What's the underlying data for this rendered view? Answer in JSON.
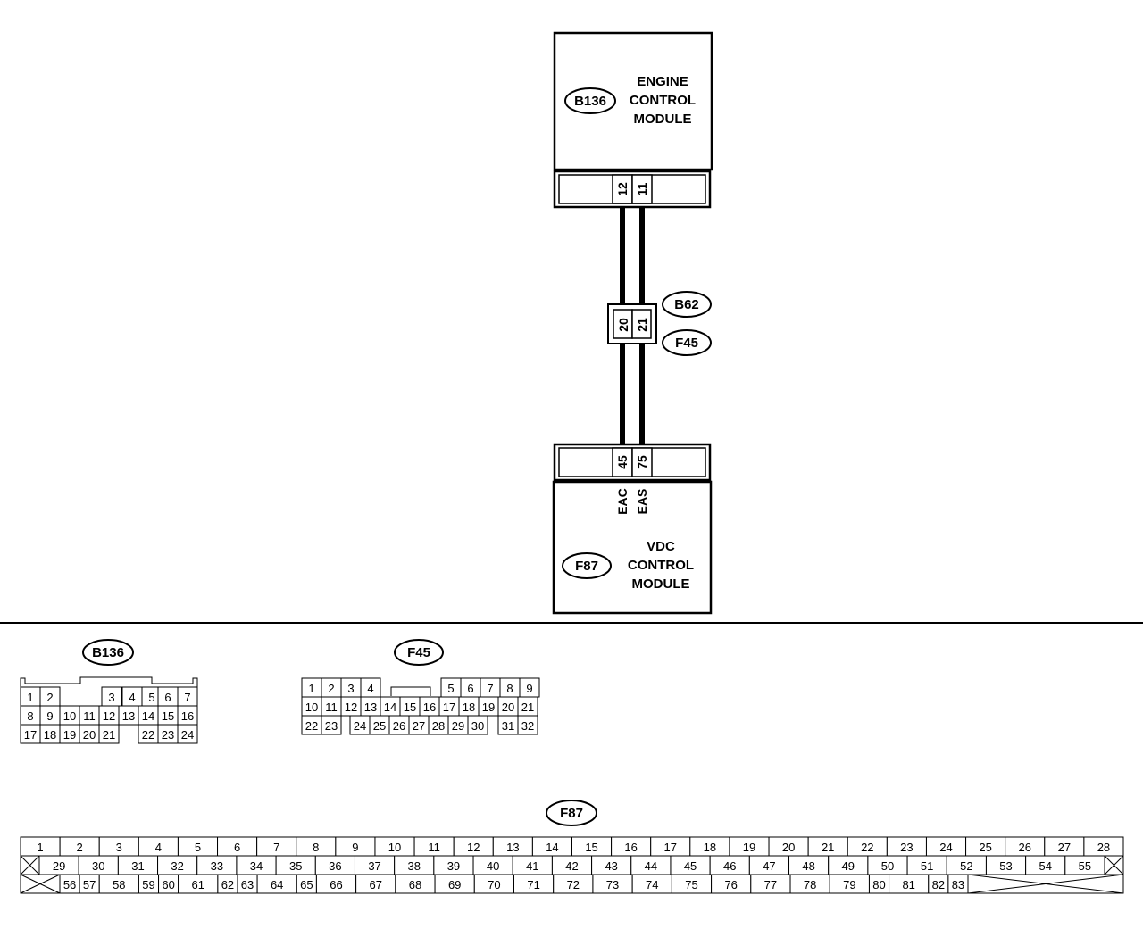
{
  "ecm": {
    "connector_id": "B136",
    "name_lines": [
      "ENGINE",
      "CONTROL",
      "MODULE"
    ],
    "pins": [
      "12",
      "11"
    ]
  },
  "joint": {
    "connector_ids": [
      "B62",
      "F45"
    ],
    "pins": [
      "20",
      "21"
    ]
  },
  "vdc": {
    "connector_id": "F87",
    "name_lines": [
      "VDC",
      "CONTROL",
      "MODULE"
    ],
    "pins": [
      "45",
      "75"
    ],
    "signals": [
      "EAC",
      "EAS"
    ]
  },
  "connector_faces": {
    "b136": {
      "label": "B136",
      "rows": [
        [
          "1",
          "2",
          "",
          "3",
          "4",
          "5",
          "6",
          "7"
        ],
        [
          "8",
          "9",
          "10",
          "11",
          "12",
          "13",
          "14",
          "15",
          "16"
        ],
        [
          "17",
          "18",
          "19",
          "20",
          "21",
          "",
          "22",
          "23",
          "24"
        ]
      ]
    },
    "f45": {
      "label": "F45",
      "rows": [
        [
          "1",
          "2",
          "3",
          "4",
          "",
          "",
          "",
          "5",
          "6",
          "7",
          "8",
          "9"
        ],
        [
          "10",
          "11",
          "12",
          "13",
          "14",
          "15",
          "16",
          "17",
          "18",
          "19",
          "20",
          "21"
        ],
        [
          "22",
          "23",
          "",
          "24",
          "25",
          "26",
          "27",
          "28",
          "29",
          "30",
          "",
          "31",
          "32"
        ]
      ]
    },
    "f87": {
      "label": "F87",
      "row1": [
        "1",
        "2",
        "3",
        "4",
        "5",
        "6",
        "7",
        "8",
        "9",
        "10",
        "11",
        "12",
        "13",
        "14",
        "15",
        "16",
        "17",
        "18",
        "19",
        "20",
        "21",
        "22",
        "23",
        "24",
        "25",
        "26",
        "27",
        "28"
      ],
      "row2": [
        "29",
        "30",
        "31",
        "32",
        "33",
        "34",
        "35",
        "36",
        "37",
        "38",
        "39",
        "40",
        "41",
        "42",
        "43",
        "44",
        "45",
        "46",
        "47",
        "48",
        "49",
        "50",
        "51",
        "52",
        "53",
        "54",
        "55"
      ],
      "row3": [
        "56",
        "57",
        "58",
        "59",
        "60",
        "61",
        "62",
        "63",
        "64",
        "65",
        "66",
        "67",
        "68",
        "69",
        "70",
        "71",
        "72",
        "73",
        "74",
        "75",
        "76",
        "77",
        "78",
        "79",
        "80",
        "81",
        "82",
        "83"
      ]
    }
  }
}
